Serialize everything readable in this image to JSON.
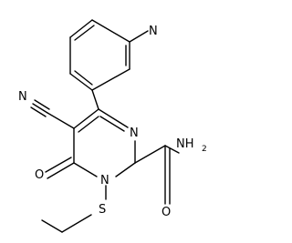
{
  "atoms": {
    "cyano_n": "N",
    "oxo_o": "O",
    "ring_n_upper": "N",
    "ring_n_lower": "N",
    "pyridine_n": "N",
    "sulfur": "S",
    "amide_n": "NH",
    "amide_n_sub": "2",
    "amide_o": "O"
  }
}
